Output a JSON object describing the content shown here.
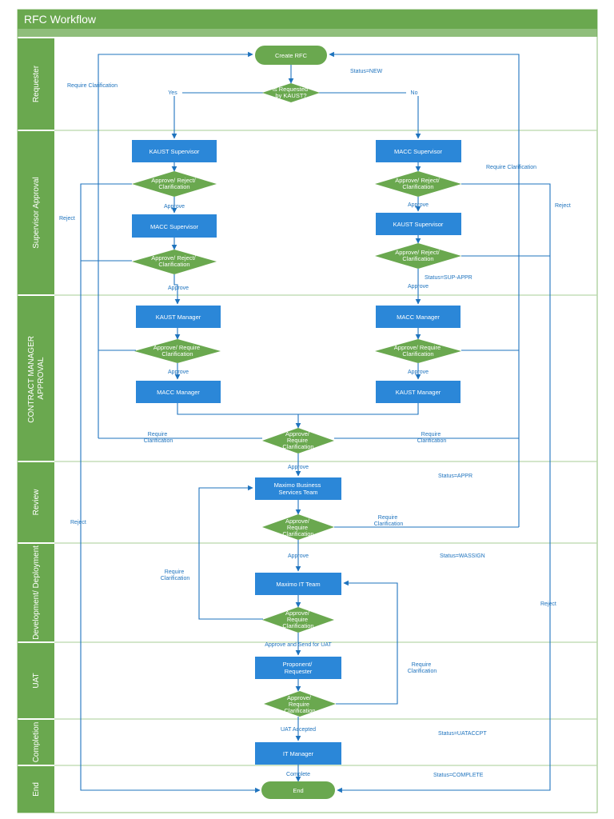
{
  "title": "RFC Workflow",
  "colors": {
    "lane_band": "#6aa84f",
    "title_band": "#6aa84f",
    "process_box": "#2b87d8",
    "decision": "#6aa84f",
    "terminal": "#6aa84f",
    "connector": "#1e73be"
  },
  "lanes": [
    {
      "label": "Requester"
    },
    {
      "label": "Supervisor Approval"
    },
    {
      "label": "CONTRACT MANAGER APPROVAL"
    },
    {
      "label": "Review"
    },
    {
      "label": "Development/ Deployment"
    },
    {
      "label": "UAT"
    },
    {
      "label": "Completion"
    },
    {
      "label": "End"
    }
  ],
  "terminals": {
    "create": "Create RFC",
    "end": "End"
  },
  "boxes": {
    "kaust_supervisor_left": "KAUST Supervisor",
    "macc_supervisor_left": "MACC Supervisor",
    "macc_supervisor_right": "MACC Supervisor",
    "kaust_supervisor_right": "KAUST Supervisor",
    "kaust_manager_left": "KAUST Manager",
    "macc_manager_right": "MACC Manager",
    "macc_manager_left": "MACC Manager",
    "kaust_manager_right": "KAUST Manager",
    "maximo_business": "Maximo Business Services Team",
    "maximo_it": "Maximo IT Team",
    "proponent": "Proponent/ Requester",
    "it_manager": "IT Manager"
  },
  "decisions": {
    "requested_by": "Is Requested by KAUST?",
    "sup_left_1": "Approve/ Reject/ Clarification",
    "sup_right_1": "Approve/ Reject/ Clarification",
    "sup_left_2": "Approve/ Reject/ Clarification",
    "sup_right_2": "Approve/ Reject/ Clarification",
    "mgr_left_1": "Approve/ Require Clarification",
    "mgr_right_1": "Approve/ Require Clarification",
    "mgr_join": "Approve/ Require Clarification",
    "review": "Approve/ Require Clarification",
    "dev": "Approve/ Require Clarification",
    "uat": "Approve/ Require Clarification"
  },
  "edge_labels": {
    "yes": "Yes",
    "no": "No",
    "approve_1": "Approve",
    "approve_2": "Approve",
    "approve_3": "Approve",
    "approve_4": "Approve",
    "approve_5": "Approve",
    "approve_6": "Approve",
    "approve_7": "Approve",
    "approve_8": "Approve",
    "approve_send_uat": "Approve and Send for UAT",
    "uat_accepted": "UAT Accepted",
    "complete": "Complete",
    "require_clar_top": "Require Clarification",
    "require_clar_right": "Require Clarification",
    "require_clar_mgr_left": "Require Clarification",
    "require_clar_mgr_right": "Require Clarification",
    "require_clar_review": "Require Clarification",
    "require_clar_dev": "Require Clarification",
    "require_clar_uat": "Require Clarification",
    "reject_left_1": "Reject",
    "reject_left_2": "Reject",
    "reject_right_1": "Reject",
    "reject_right_2": "Reject"
  },
  "status_labels": {
    "new": "Status=NEW",
    "sup_appr": "Status=SUP-APPR",
    "appr": "Status=APPR",
    "wassign": "Status=WASSIGN",
    "uataccpt": "Status=UATACCPT",
    "complete": "Status=COMPLETE"
  }
}
